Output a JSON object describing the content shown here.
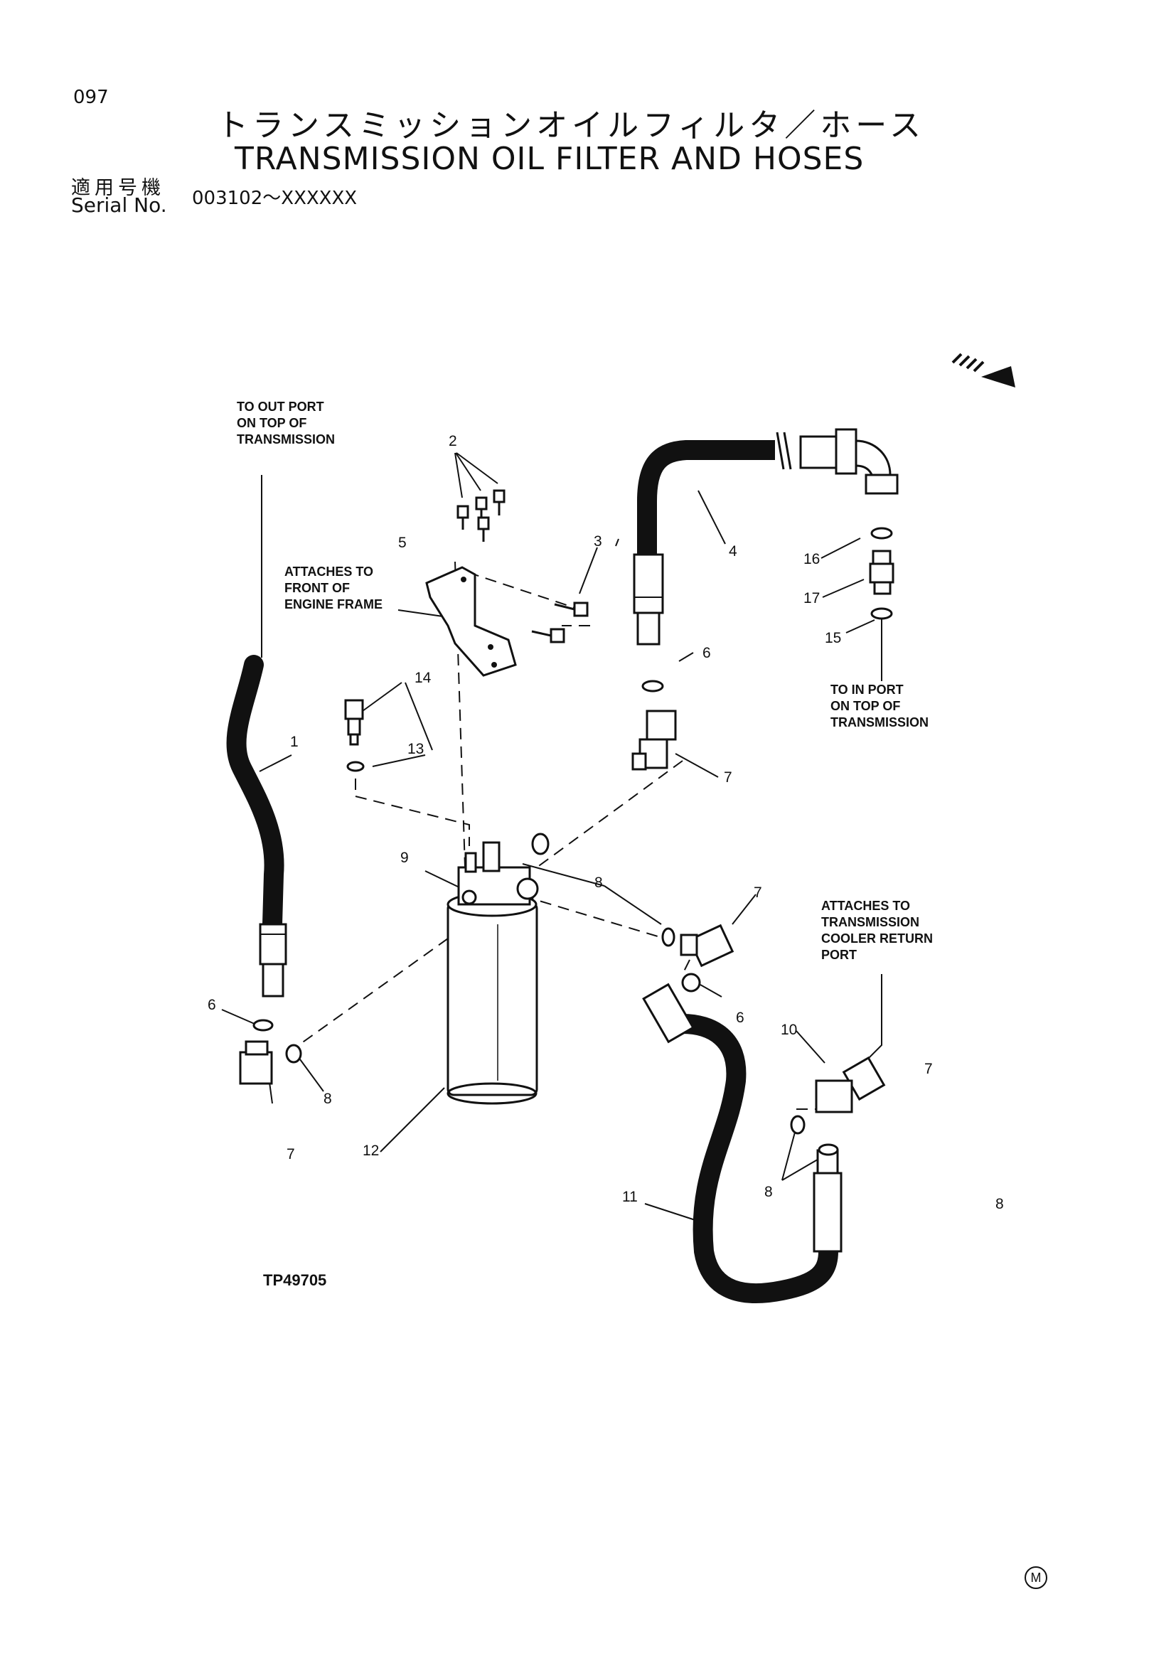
{
  "header": {
    "page_number": "097",
    "title_ja": "トランスミッションオイルフィルタ／ホース",
    "title_en": "TRANSMISSION OIL FILTER AND HOSES",
    "serial_label_ja": "適用号機",
    "serial_label_en": "Serial No.",
    "serial_range": "003102～XXXXXX"
  },
  "notes": {
    "out_port": [
      "TO OUT PORT",
      "ON TOP OF",
      "TRANSMISSION"
    ],
    "engine_frame": [
      "ATTACHES TO",
      "FRONT OF",
      "ENGINE FRAME"
    ],
    "in_port": [
      "TO IN PORT",
      "ON TOP OF",
      "TRANSMISSION"
    ],
    "cooler_return": [
      "ATTACHES TO",
      "TRANSMISSION",
      "COOLER RETURN",
      "PORT"
    ]
  },
  "callouts": [
    "1",
    "2",
    "3",
    "4",
    "5",
    "6",
    "6",
    "6",
    "7",
    "7",
    "7",
    "7",
    "8",
    "8",
    "8",
    "8",
    "9",
    "10",
    "11",
    "12",
    "13",
    "14",
    "15",
    "16",
    "17"
  ],
  "figure_id": "TP49705",
  "footer_mark": "M"
}
